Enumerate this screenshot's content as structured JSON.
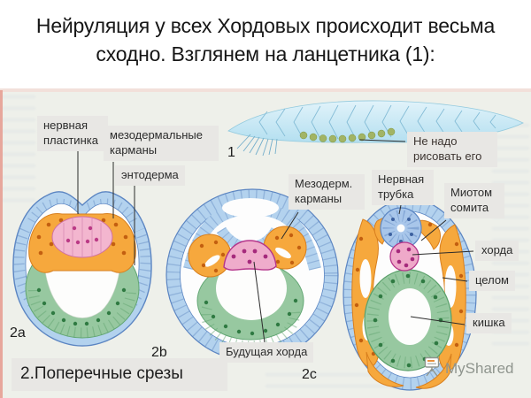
{
  "title": {
    "line1": "Нейруляция у всех Хордовых происходит  весьма",
    "line2": "сходно. Взглянем на ланцетника (1):"
  },
  "figure": {
    "labels": {
      "neural_plate": "нервная пластинка",
      "mesodermal_pockets": "мезодермальные карманы",
      "endoderm": "энтодерма",
      "mesoderm_pockets_short": "Мезодерм. карманы",
      "neural_tube": "Нервная трубка",
      "myotome": "Миотом сомита",
      "do_not_draw": "Не надо рисовать его",
      "chord": "хорда",
      "coelom": "целом",
      "gut": "кишка",
      "future_chord": "Будущая хорда"
    },
    "markers": {
      "lancelet": "1",
      "stage_a": "2a",
      "stage_b": "2b",
      "stage_c": "2c"
    },
    "caption": "2.Поперечные срезы"
  },
  "watermark": {
    "text": "MyShared"
  },
  "colors": {
    "ectoderm_blue": "#b3d2ee",
    "outline_blue": "#5b85c2",
    "mesoderm_orange": "#f6a83d",
    "chord_pink": "#efaccb",
    "endoderm_green": "#97c8a0",
    "label_bg": "#e8e7e4",
    "scan_bg": "#eef0ea"
  }
}
